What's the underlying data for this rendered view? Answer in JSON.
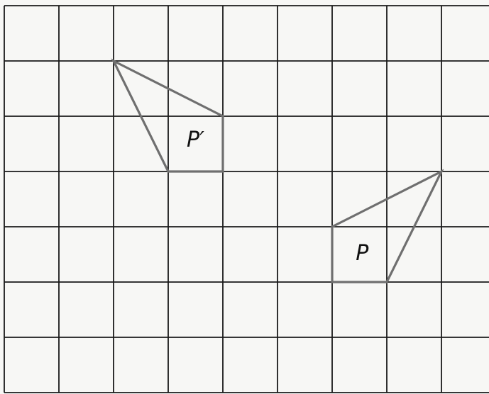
{
  "grid": {
    "columns": 9,
    "rows": 7,
    "line_color": "#1a1a1a",
    "background_color": "#f7f7f5"
  },
  "shapes": [
    {
      "id": "p-prime",
      "label": "P′",
      "vertices": [
        [
          2,
          6
        ],
        [
          4,
          5
        ],
        [
          4,
          4
        ],
        [
          3,
          4
        ]
      ],
      "label_at": [
        3.5,
        4.45
      ],
      "stroke_color": "#6f6f6f"
    },
    {
      "id": "p",
      "label": "P",
      "vertices": [
        [
          8,
          4
        ],
        [
          6,
          3
        ],
        [
          6,
          2
        ],
        [
          7,
          2
        ]
      ],
      "label_at": [
        6.55,
        2.4
      ],
      "stroke_color": "#6f6f6f"
    }
  ]
}
